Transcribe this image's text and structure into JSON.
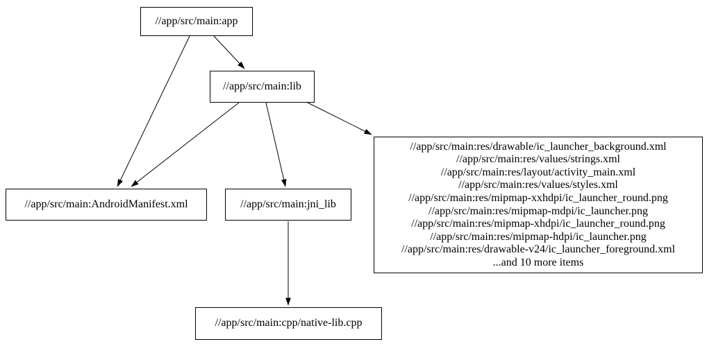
{
  "diagram": {
    "kind": "dependency-graph",
    "background_color": "#ffffff",
    "node_fill": "#ffffff",
    "node_border_color": "#000000",
    "edge_color": "#000000",
    "nodes": [
      {
        "id": "app",
        "label": "//app/src/main:app"
      },
      {
        "id": "lib",
        "label": "//app/src/main:lib"
      },
      {
        "id": "manifest",
        "label": "//app/src/main:AndroidManifest.xml"
      },
      {
        "id": "jni_lib",
        "label": "//app/src/main:jni_lib"
      },
      {
        "id": "res_files",
        "lines": [
          "//app/src/main:res/drawable/ic_launcher_background.xml",
          "//app/src/main:res/values/strings.xml",
          "//app/src/main:res/layout/activity_main.xml",
          "//app/src/main:res/values/styles.xml",
          "//app/src/main:res/mipmap-xxhdpi/ic_launcher_round.png",
          "//app/src/main:res/mipmap-mdpi/ic_launcher.png",
          "//app/src/main:res/mipmap-xhdpi/ic_launcher_round.png",
          "//app/src/main:res/mipmap-hdpi/ic_launcher.png",
          "//app/src/main:res/drawable-v24/ic_launcher_foreground.xml",
          "...and 10 more items"
        ]
      },
      {
        "id": "native_lib_cpp",
        "label": "//app/src/main:cpp/native-lib.cpp"
      }
    ],
    "edges": [
      {
        "from": "app",
        "to": "manifest"
      },
      {
        "from": "app",
        "to": "lib"
      },
      {
        "from": "lib",
        "to": "manifest"
      },
      {
        "from": "lib",
        "to": "jni_lib"
      },
      {
        "from": "lib",
        "to": "res_files"
      },
      {
        "from": "jni_lib",
        "to": "native_lib_cpp"
      }
    ]
  }
}
